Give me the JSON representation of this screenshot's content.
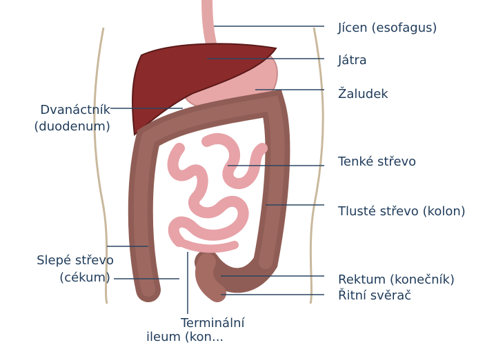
{
  "labels": {
    "jicen": "Jícen (esofagus)",
    "jatra": "Játra",
    "zaludek": "Žaludek",
    "dvanactnik_1": "Dvanáctník",
    "dvanactnik_2": "(duodenum)",
    "tenke": "Tenké střevo",
    "tluste": "Tlusté střevo (kolon)",
    "slepe_1": "Slepé střevo",
    "slepe_2": "(cékum)",
    "rektum": "Rektum (konečník)",
    "ritni": "Řitní svěrač",
    "terminalni_1": "Terminální",
    "terminalni_2": "ileum (kon..."
  },
  "colors": {
    "label_text": "#1f3b5a",
    "leader_line": "#2a4560",
    "liver": "#8a2a2a",
    "stomach": "#e8a7a7",
    "colon": "#8f5d55",
    "small_intestine": "#e7a3a8",
    "skin_outline": "#c9b89c"
  }
}
